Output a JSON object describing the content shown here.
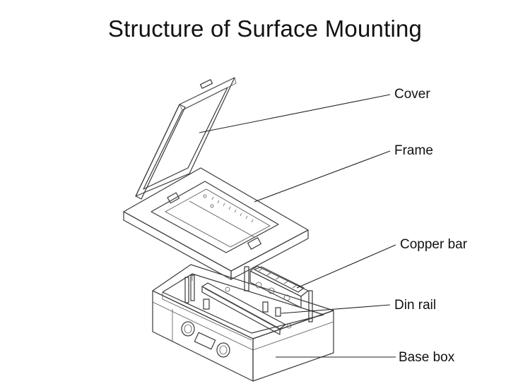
{
  "title": "Structure of Surface Mounting",
  "parts": {
    "cover": "Cover",
    "frame": "Frame",
    "copper_bar": "Copper bar",
    "din_rail": "Din rail",
    "base_box": "Base box"
  }
}
